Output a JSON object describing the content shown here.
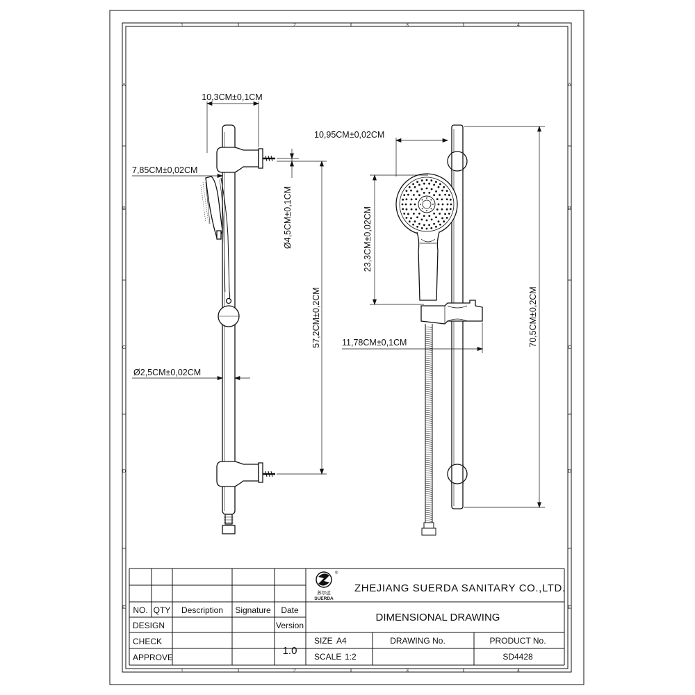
{
  "grid": {
    "columns": [
      "1",
      "2",
      "3",
      "4"
    ],
    "rows": [
      "A",
      "B",
      "C",
      "D",
      "E"
    ]
  },
  "dimensions": {
    "left_top_width": "10,3CM±0,1CM",
    "left_head_width": "7,85CM±0,02CM",
    "left_outer_diameter": "Ø4,5CM±0,1CM",
    "left_bar_length": "57,2CM±0,2CM",
    "left_bar_diameter": "Ø2,5CM±0,02CM",
    "right_head_width": "10,95CM±0,02CM",
    "right_head_length": "23,3CM±0,02CM",
    "right_total_length": "70,5CM±0,2CM",
    "right_slider_width": "11,78CM±0,1CM"
  },
  "title_block": {
    "company": "ZHEJIANG SUERDA SANITARY CO.,LTD.",
    "logo_text_cn": "苏尔达",
    "logo_text": "SUERDA",
    "logo_mark": "®",
    "col_no": "NO.",
    "col_qty": "QTY",
    "col_description": "Description",
    "col_signature": "Signature",
    "col_date": "Date",
    "row_design": "DESIGN",
    "row_check": "CHECK",
    "row_approve": "APPROVE",
    "version_label": "Version",
    "version_value": "1.0",
    "drawing_title": "DIMENSIONAL DRAWING",
    "size_label": "SIZE",
    "size_value": "A4",
    "scale_label": "SCALE",
    "scale_value": "1:2",
    "drawing_no_label": "DRAWING No.",
    "product_no_label": "PRODUCT No.",
    "product_no_value": "SD4428"
  }
}
